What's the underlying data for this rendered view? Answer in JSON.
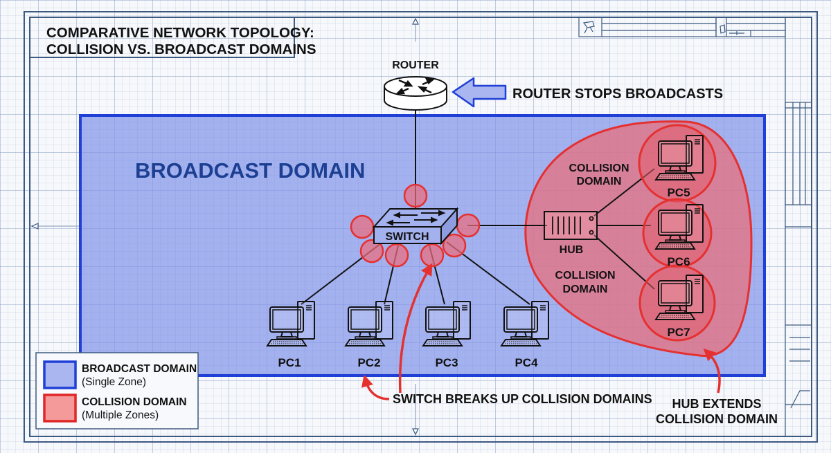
{
  "title": {
    "line1": "COMPARATIVE NETWORK TOPOLOGY:",
    "line2": "COLLISION VS. BROADCAST DOMAINS"
  },
  "router": {
    "label": "ROUTER",
    "callout": "ROUTER STOPS BROADCASTS"
  },
  "broadcast_domain": {
    "label": "BROADCAST DOMAIN"
  },
  "switch": {
    "label": "SWITCH",
    "callout": "SWITCH BREAKS UP COLLISION DOMAINS"
  },
  "hub": {
    "label": "HUB",
    "callout_line1": "HUB EXTENDS",
    "callout_line2": "COLLISION DOMAIN",
    "collision_label_top_line1": "COLLISION",
    "collision_label_top_line2": "DOMAIN",
    "collision_label_bottom_line1": "COLLISION",
    "collision_label_bottom_line2": "DOMAIN"
  },
  "pcs": [
    {
      "label": "PC1"
    },
    {
      "label": "PC2"
    },
    {
      "label": "PC3"
    },
    {
      "label": "PC4"
    },
    {
      "label": "PC5"
    },
    {
      "label": "PC6"
    },
    {
      "label": "PC7"
    }
  ],
  "legend": {
    "items": [
      {
        "title": "BROADCAST DOMAIN",
        "subtitle": "(Single Zone)",
        "fill": "#a9b6f0",
        "stroke": "#1f3fd6"
      },
      {
        "title": "COLLISION DOMAIN",
        "subtitle": "(Multiple Zones)",
        "fill": "#f59a9a",
        "stroke": "#e02626"
      }
    ]
  },
  "colors": {
    "broadcast_fill": "#a3b1ef",
    "broadcast_stroke": "#1f3fd6",
    "broadcast_text": "#1c3f91",
    "collision_fill": "#e98a95",
    "collision_stroke": "#e53030",
    "frame": "#3d5a80"
  }
}
